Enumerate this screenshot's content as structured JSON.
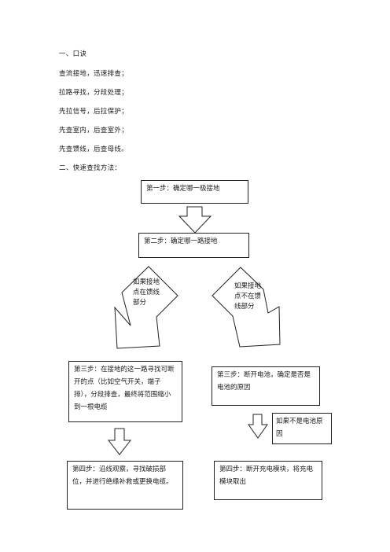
{
  "heading1": "一、口诀",
  "mnemonics": [
    "查流接地，迅速排查；",
    "拉路寻找，分段处理；",
    "先拉信号，后拉保护；",
    "先查室内，后查室外；",
    "先查馈线，后查母线。"
  ],
  "heading2": "二、快速查找方法：",
  "flow": {
    "step1": "第一步：确定哪一极接地",
    "step2": "第二步：确定哪一路接地",
    "branch_left": "如果接地点在馈线部分",
    "branch_right": "如果接地点不在馈线部分",
    "step3_left": "第三步：在接地的这一路寻找可断开的点（比如空气开关，端子排），分段排查，最终将范围缩小到一根电缆",
    "step3_right": "第三步：断开电池，确定是否是电池的原因",
    "branch_right2": "如果不是电池原因",
    "step4_left": "第四步：沿线观察，寻找破损部位，并进行绝缘补救或更换电缆。",
    "step4_right": "第四步：断开充电模块，将充电模块取出"
  }
}
